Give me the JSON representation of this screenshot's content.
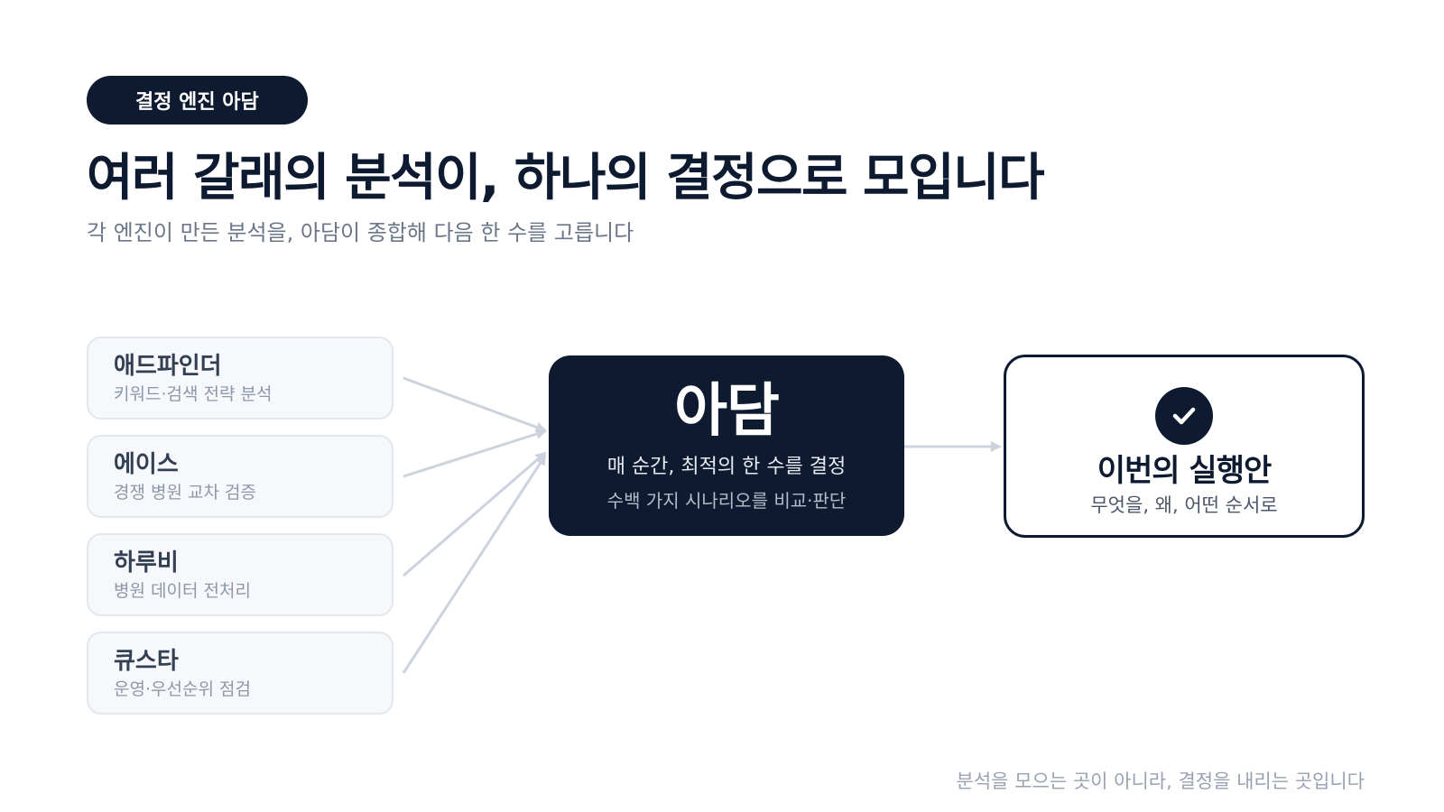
{
  "badge": "결정 엔진 아담",
  "title": "여러 갈래의 분석이, 하나의 결정으로 모입니다",
  "subtitle": "각 엔진이 만든 분석을, 아담이 종합해 다음 한 수를 고릅니다",
  "engines": [
    {
      "name": "애드파인더",
      "desc": "키워드·검색 전략 분석"
    },
    {
      "name": "에이스",
      "desc": "경쟁 병원 교차 검증"
    },
    {
      "name": "하루비",
      "desc": "병원 데이터 전처리"
    },
    {
      "name": "큐스타",
      "desc": "운영·우선순위 점검"
    }
  ],
  "center": {
    "title": "아담",
    "subtitle": "매 순간, 최적의 한 수를 결정",
    "detail": "수백 가지 시나리오를 비교·판단"
  },
  "result": {
    "icon": "check-icon",
    "title": "이번의 실행안",
    "desc": "무엇을, 왜, 어떤 순서로"
  },
  "footer": "분석을 모으는 곳이 아니라, 결정을 내리는 곳입니다",
  "colors": {
    "navy": "#0d1a30",
    "arrow": "#ccd3de",
    "card_bg": "#f7f8fb",
    "card_border": "#e3e7ee"
  }
}
